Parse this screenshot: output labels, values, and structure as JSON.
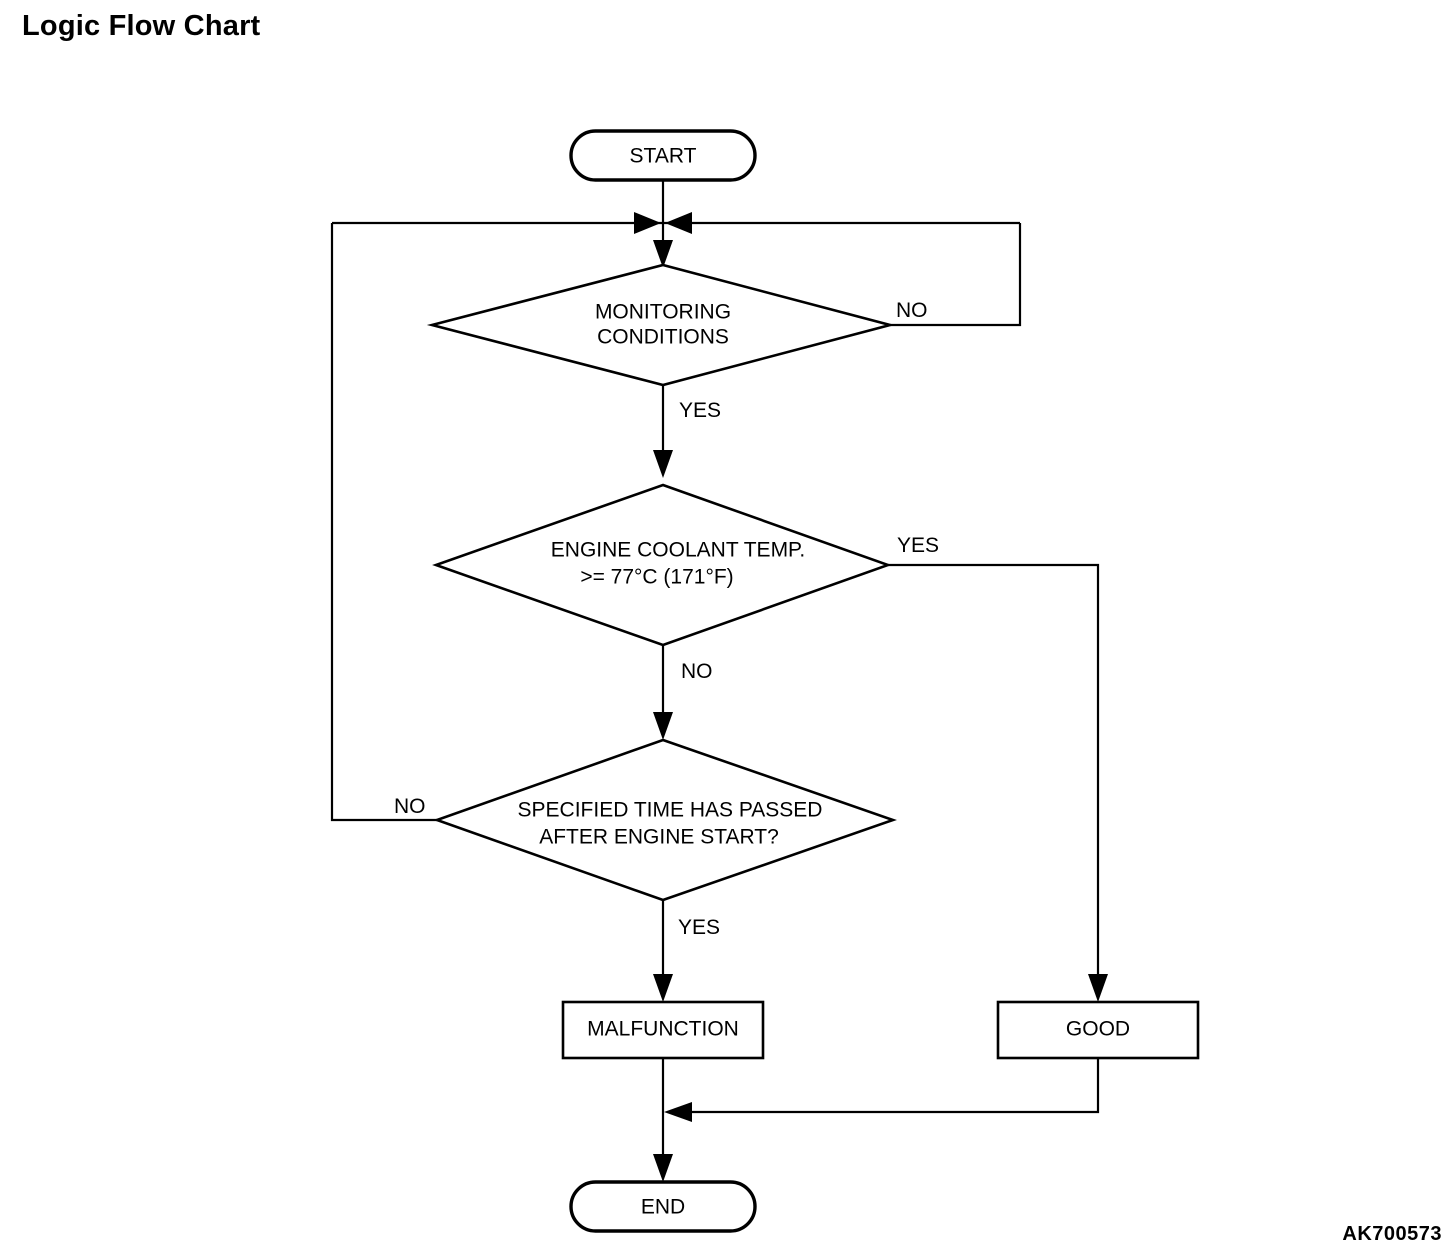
{
  "page": {
    "title": "Logic Flow Chart",
    "reference_code": "AK700573",
    "background_color": "#ffffff",
    "line_color": "#000000"
  },
  "flow": {
    "nodes": [
      {
        "id": "start",
        "shape": "stadium",
        "label": "START"
      },
      {
        "id": "monitoring",
        "shape": "diamond",
        "label_line1": "MONITORING",
        "label_line2": "CONDITIONS"
      },
      {
        "id": "coolant",
        "shape": "diamond",
        "label_line1": "ENGINE COOLANT TEMP.",
        "label_line2": ">= 77°C (171°F)"
      },
      {
        "id": "time",
        "shape": "diamond",
        "label_line1": "SPECIFIED TIME HAS PASSED",
        "label_line2": "AFTER ENGINE START?"
      },
      {
        "id": "malfunction",
        "shape": "rectangle",
        "label": "MALFUNCTION"
      },
      {
        "id": "good",
        "shape": "rectangle",
        "label": "GOOD"
      },
      {
        "id": "end",
        "shape": "stadium",
        "label": "END"
      }
    ],
    "edge_labels": {
      "monitoring_no": "NO",
      "monitoring_yes": "YES",
      "coolant_yes": "YES",
      "coolant_no": "NO",
      "time_no": "NO",
      "time_yes": "YES"
    }
  },
  "chart_data": {
    "type": "diagram",
    "title": "Logic Flow Chart",
    "nodes": [
      {
        "id": "start",
        "type": "terminator",
        "text": "START"
      },
      {
        "id": "monitoring",
        "type": "decision",
        "text": "MONITORING CONDITIONS"
      },
      {
        "id": "coolant",
        "type": "decision",
        "text": "ENGINE COOLANT TEMP. >= 77°C (171°F)"
      },
      {
        "id": "time",
        "type": "decision",
        "text": "SPECIFIED TIME HAS PASSED AFTER ENGINE START?"
      },
      {
        "id": "malfunction",
        "type": "process",
        "text": "MALFUNCTION"
      },
      {
        "id": "good",
        "type": "process",
        "text": "GOOD"
      },
      {
        "id": "end",
        "type": "terminator",
        "text": "END"
      }
    ],
    "edges": [
      {
        "from": "start",
        "to": "junction",
        "label": ""
      },
      {
        "from": "junction",
        "to": "monitoring",
        "label": ""
      },
      {
        "from": "monitoring",
        "to": "junction",
        "label": "NO"
      },
      {
        "from": "monitoring",
        "to": "coolant",
        "label": "YES"
      },
      {
        "from": "coolant",
        "to": "good",
        "label": "YES"
      },
      {
        "from": "coolant",
        "to": "time",
        "label": "NO"
      },
      {
        "from": "time",
        "to": "junction",
        "label": "NO"
      },
      {
        "from": "time",
        "to": "malfunction",
        "label": "YES"
      },
      {
        "from": "malfunction",
        "to": "end",
        "label": ""
      },
      {
        "from": "good",
        "to": "end",
        "label": ""
      }
    ]
  }
}
